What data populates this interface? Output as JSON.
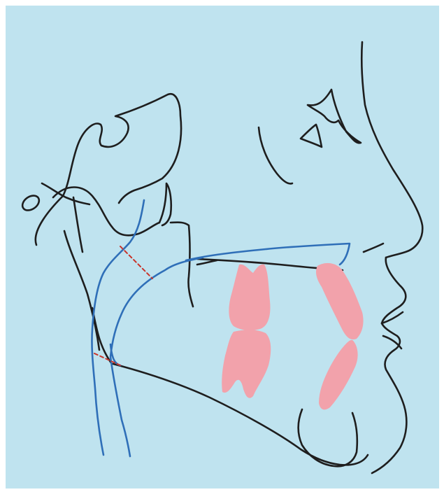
{
  "figure": {
    "background_color": "#bfe3ef",
    "outline_color": "#1e1e1e",
    "airway_color": "#2f6fb8",
    "measure_color": "#c8342b",
    "tooth_color": "#f2a2ab",
    "tooth_icons": [
      "molar-upper",
      "molar-lower",
      "incisor-upper",
      "incisor-lower"
    ]
  }
}
